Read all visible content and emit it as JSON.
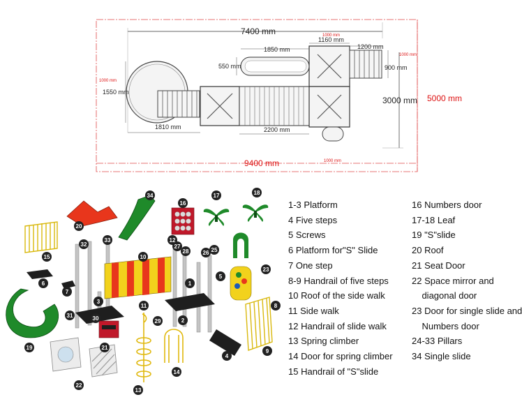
{
  "plan": {
    "overall_width": "7400 mm",
    "total_width": "9400 mm",
    "total_depth": "5000 mm",
    "depth_3000": "3000 mm",
    "dim_1850": "1850 mm",
    "dim_550": "550 mm",
    "dim_1550": "1550 mm",
    "dim_1810": "1810 mm",
    "dim_2200": "2200 mm",
    "dim_1160": "1160 mm",
    "dim_1200": "1200 mm",
    "dim_900": "900 mm",
    "dim_1000_a": "1000 mm",
    "dim_1000_b": "1000 mm",
    "dim_1000_c": "1000 mm",
    "dim_1000_d": "1000 mm"
  },
  "callouts": {
    "n34": "34",
    "n16": "16",
    "n17": "17",
    "n18": "18",
    "n20": "20",
    "n15": "15",
    "n32": "32",
    "n33": "33",
    "n10": "10",
    "n12": "12",
    "n27": "27",
    "n28": "28",
    "n26": "26",
    "n25": "25",
    "n1": "1",
    "n5": "5",
    "n23": "23",
    "n6": "6",
    "n7": "7",
    "n3": "3",
    "n11": "11",
    "n2": "2",
    "n8": "8",
    "n31": "31",
    "n30": "30",
    "n29": "29",
    "n9": "9",
    "n19": "19",
    "n21": "21",
    "n4": "4",
    "n14": "14",
    "n22": "22",
    "n13": "13"
  },
  "legend_left": [
    "1-3 Platform",
    "4 Five steps",
    "5 Screws",
    "6 Platform for\"S\" Slide",
    "7 One step",
    "8-9 Handrail of five steps",
    "10 Roof  of the side walk",
    "11 Side walk",
    "12 Handrail of slide walk",
    "13 Spring climber",
    "14 Door for spring climber",
    "15 Handrail of \"S\"slide"
  ],
  "legend_right": [
    "16 Numbers door",
    "17-18 Leaf",
    "19 \"S\"slide",
    "20 Roof",
    "21 Seat Door",
    "22 Space mirror and",
    "    diagonal door",
    "23 Door for single slide and",
    "    Numbers door",
    "24-33 Pillars",
    "34 Single slide"
  ],
  "colors": {
    "red_dim": "#dd1111",
    "roof_red": "#e8361c",
    "slide_green": "#1f8a2a",
    "yellow": "#f2d21c",
    "platform_black": "#1e1e1e",
    "pillar_grey": "#b8b8b8"
  }
}
